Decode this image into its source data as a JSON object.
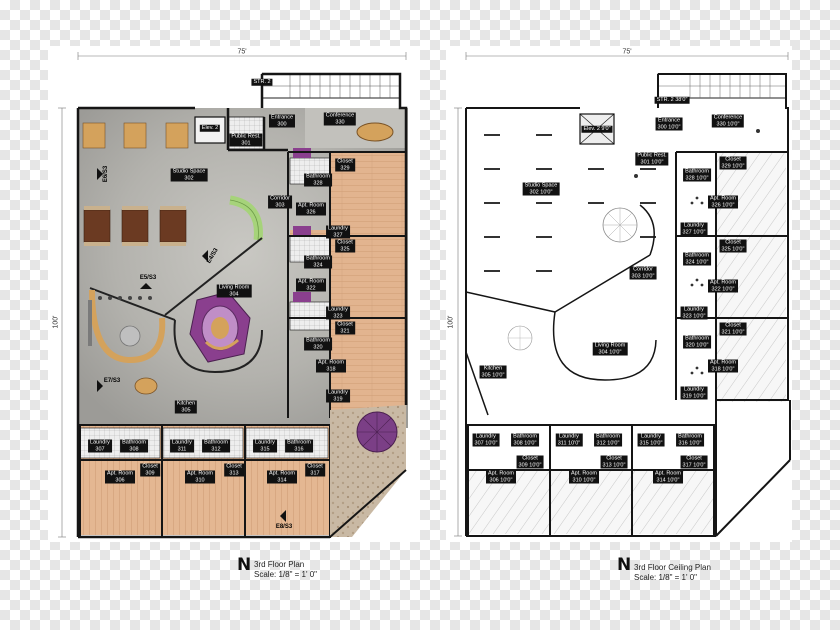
{
  "left_plan": {
    "top_dimension": "75'",
    "side_dimension": "100'",
    "stair_label": "STR. 2",
    "title": "3rd Floor Plan",
    "scale": "Scale: 1/8\" = 1' 0\"",
    "north_symbol": "N",
    "rooms": {
      "elev": "Elev. 2",
      "entrance": [
        "Entrance",
        "300"
      ],
      "conference": [
        "Conference",
        "330"
      ],
      "public_rest": [
        "Public Rest.",
        "301"
      ],
      "studio": [
        "Studio Space",
        "302"
      ],
      "corridor": [
        "Corridor",
        "303"
      ],
      "living": [
        "Living Room",
        "304"
      ],
      "kitchen": [
        "Kitchen",
        "305"
      ],
      "closet_329": [
        "Closet",
        "329"
      ],
      "bath_328": [
        "Bathroom",
        "328"
      ],
      "apt_326": [
        "Apt. Room",
        "326"
      ],
      "laundry_327": [
        "Laundry",
        "327"
      ],
      "closet_325": [
        "Closet",
        "325"
      ],
      "bath_324": [
        "Bathroom",
        "324"
      ],
      "apt_322": [
        "Apt. Room",
        "322"
      ],
      "laundry_323": [
        "Laundry",
        "323"
      ],
      "closet_321": [
        "Closet",
        "321"
      ],
      "bath_320": [
        "Bathroom",
        "320"
      ],
      "apt_318": [
        "Apt. Room",
        "318"
      ],
      "laundry_319": [
        "Laundry",
        "319"
      ],
      "laundry_307": [
        "Laundry",
        "307"
      ],
      "bath_308": [
        "Bathroom",
        "308"
      ],
      "laundry_311": [
        "Laundry",
        "311"
      ],
      "bath_312": [
        "Bathroom",
        "312"
      ],
      "laundry_315": [
        "Laundry",
        "315"
      ],
      "bath_316": [
        "Bathroom",
        "316"
      ],
      "closet_309": [
        "Closet",
        "309"
      ],
      "closet_313": [
        "Closet",
        "313"
      ],
      "closet_317": [
        "Closet",
        "317"
      ],
      "apt_306": [
        "Apt. Room",
        "306"
      ],
      "apt_310": [
        "Apt. Room",
        "310"
      ],
      "apt_314": [
        "Apt. Room",
        "314"
      ]
    },
    "section_tags": [
      "E6/S3",
      "E4/S3",
      "E5/S3",
      "E7/S3",
      "E8/S3"
    ]
  },
  "right_plan": {
    "top_dimension": "75'",
    "side_dimension": "100'",
    "stair_label": "STR. 2",
    "stair_height": "38'0\"",
    "title": "3rd Floor Ceiling Plan",
    "scale": "Scale: 1/8\" = 1' 0\"",
    "north_symbol": "N",
    "height": "10'0\"",
    "rooms": {
      "elev": [
        "Elev. 2",
        "9'0\""
      ],
      "entrance": [
        "Entrance",
        "300"
      ],
      "conference": [
        "Conference",
        "330"
      ],
      "public_rest": [
        "Public Rest.",
        "301"
      ],
      "studio": [
        "Studio Space",
        "302"
      ],
      "corridor": [
        "Corridor",
        "303"
      ],
      "living": [
        "Living Room",
        "304"
      ],
      "kitchen": [
        "Kitchen",
        "305"
      ],
      "closet_329": [
        "Closet",
        "329"
      ],
      "bath_328": [
        "Bathroom",
        "328"
      ],
      "apt_326": [
        "Apt. Room",
        "326"
      ],
      "laundry_327": [
        "Laundry",
        "327"
      ],
      "closet_325": [
        "Closet",
        "325"
      ],
      "bath_324": [
        "Bathroom",
        "324"
      ],
      "apt_322": [
        "Apt. Room",
        "322"
      ],
      "laundry_323": [
        "Laundry",
        "323"
      ],
      "closet_321": [
        "Closet",
        "321"
      ],
      "bath_320": [
        "Bathroom",
        "320"
      ],
      "apt_318": [
        "Apt. Room",
        "318"
      ],
      "laundry_319": [
        "Laundry",
        "319"
      ],
      "laundry_307": [
        "Laundry",
        "307"
      ],
      "bath_308": [
        "Bathroom",
        "308"
      ],
      "laundry_311": [
        "Laundry",
        "311"
      ],
      "bath_312": [
        "Bathroom",
        "312"
      ],
      "laundry_315": [
        "Laundry",
        "315"
      ],
      "bath_316": [
        "Bathroom",
        "316"
      ],
      "closet_309": [
        "Closet",
        "309"
      ],
      "closet_313": [
        "Closet",
        "313"
      ],
      "closet_317": [
        "Closet",
        "317"
      ],
      "apt_306": [
        "Apt. Room",
        "306"
      ],
      "apt_310": [
        "Apt. Room",
        "310"
      ],
      "apt_314": [
        "Apt. Room",
        "314"
      ]
    }
  },
  "colors": {
    "wood_floor": "#e2b48f",
    "concrete": "#b5b5b0",
    "carpet_purple": "#8a3f8e",
    "table_wood": "#d4a25c",
    "dark_table": "#6b3a22",
    "green_sofa": "#a6d37a",
    "wall": "#151515"
  }
}
